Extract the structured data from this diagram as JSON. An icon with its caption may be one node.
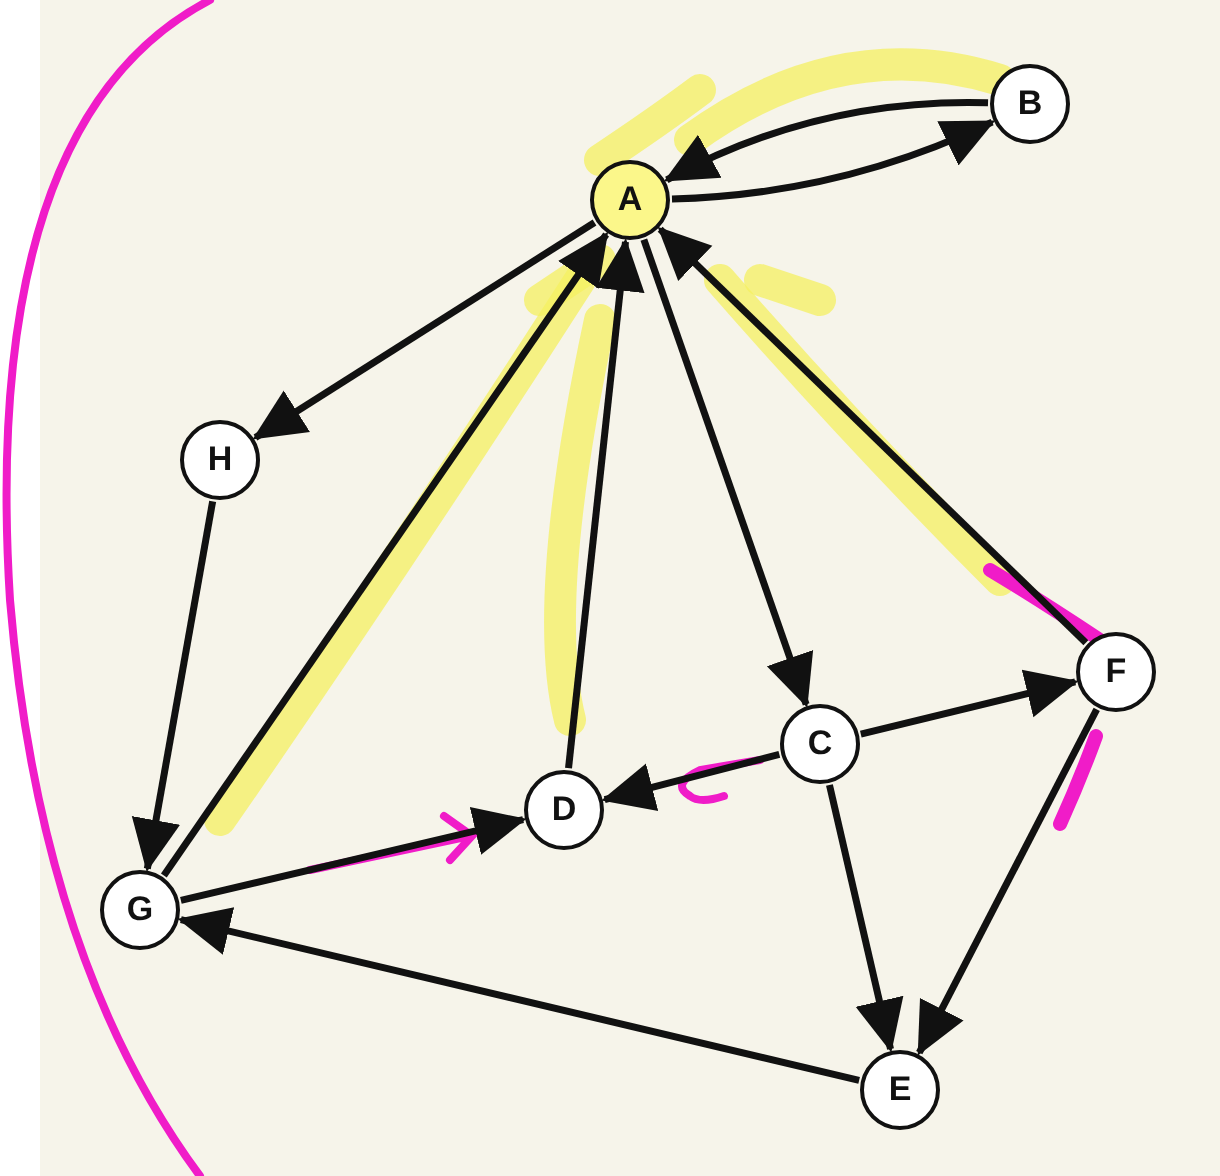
{
  "diagram": {
    "nodes": [
      {
        "text": [
          "A"
        ]
      },
      {
        "text": [
          "B"
        ]
      },
      {
        "text": [
          "H"
        ]
      },
      {
        "text": [
          "F"
        ]
      },
      {
        "text": [
          "C"
        ]
      },
      {
        "text": [
          "D"
        ]
      },
      {
        "text": [
          "G"
        ]
      },
      {
        "text": [
          "E"
        ]
      }
    ],
    "edges": [
      {
        "from": 1,
        "to": 0,
        "arrow": "to"
      },
      {
        "from": 0,
        "to": 1,
        "arrow": "to"
      },
      {
        "from": 0,
        "to": 2,
        "arrow": "to"
      },
      {
        "from": 6,
        "to": 0,
        "arrow": "to"
      },
      {
        "from": 5,
        "to": 0,
        "arrow": "to"
      },
      {
        "from": 0,
        "to": 4,
        "arrow": "to"
      },
      {
        "from": 3,
        "to": 0,
        "arrow": "to"
      },
      {
        "from": 2,
        "to": 6,
        "arrow": "to"
      },
      {
        "from": 4,
        "to": 5,
        "arrow": "to"
      },
      {
        "from": 4,
        "to": 3,
        "arrow": "to"
      },
      {
        "from": 4,
        "to": 7,
        "arrow": "to"
      },
      {
        "from": 3,
        "to": 7,
        "arrow": "to"
      },
      {
        "from": 7,
        "to": 6,
        "arrow": "to"
      },
      {
        "from": 6,
        "to": 5,
        "arrow": "to"
      }
    ]
  }
}
